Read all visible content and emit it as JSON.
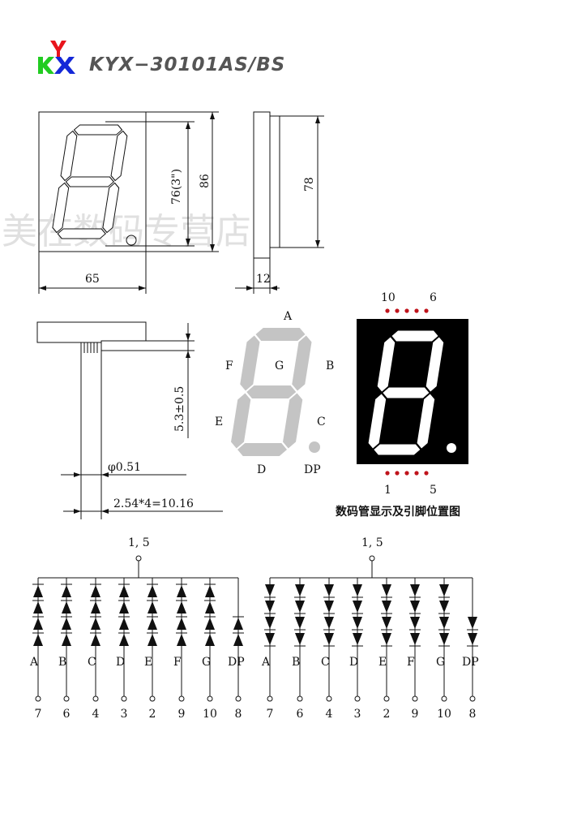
{
  "header": {
    "logo_text": "KYX",
    "title": "KYX−30101AS/BS"
  },
  "watermark": "美在数码专营店",
  "front_view": {
    "width_label": "65",
    "height_label": "86",
    "digit_height_label": "76(3\")"
  },
  "side_view": {
    "depth_label": "12",
    "height_label": "78"
  },
  "pin_view": {
    "pin_length_label": "5.3±0.5",
    "pin_diameter_label": "φ0.51",
    "pin_pitch_label": "2.54*4=10.16"
  },
  "segment_labels": {
    "A": "A",
    "B": "B",
    "C": "C",
    "D": "D",
    "E": "E",
    "F": "F",
    "G": "G",
    "DP": "DP"
  },
  "pin_position": {
    "top_left": "10",
    "top_right": "6",
    "bottom_left": "1",
    "bottom_right": "5",
    "caption": "数码管显示及引脚位置图"
  },
  "circuits": [
    {
      "common_label": "1, 5",
      "direction": "up",
      "segments": [
        "A",
        "B",
        "C",
        "D",
        "E",
        "F",
        "G",
        "DP"
      ],
      "pins": [
        "7",
        "6",
        "4",
        "3",
        "2",
        "9",
        "10",
        "8"
      ]
    },
    {
      "common_label": "1, 5",
      "direction": "down",
      "segments": [
        "A",
        "B",
        "C",
        "D",
        "E",
        "F",
        "G",
        "DP"
      ],
      "pins": [
        "7",
        "6",
        "4",
        "3",
        "2",
        "9",
        "10",
        "8"
      ]
    }
  ],
  "colors": {
    "segment_gray": "#c4c4c4",
    "display_bg": "#000000",
    "pin_dot": "#c0141c",
    "logo_red": "#e8141c",
    "logo_green": "#22cc22",
    "logo_blue": "#1428d8"
  }
}
